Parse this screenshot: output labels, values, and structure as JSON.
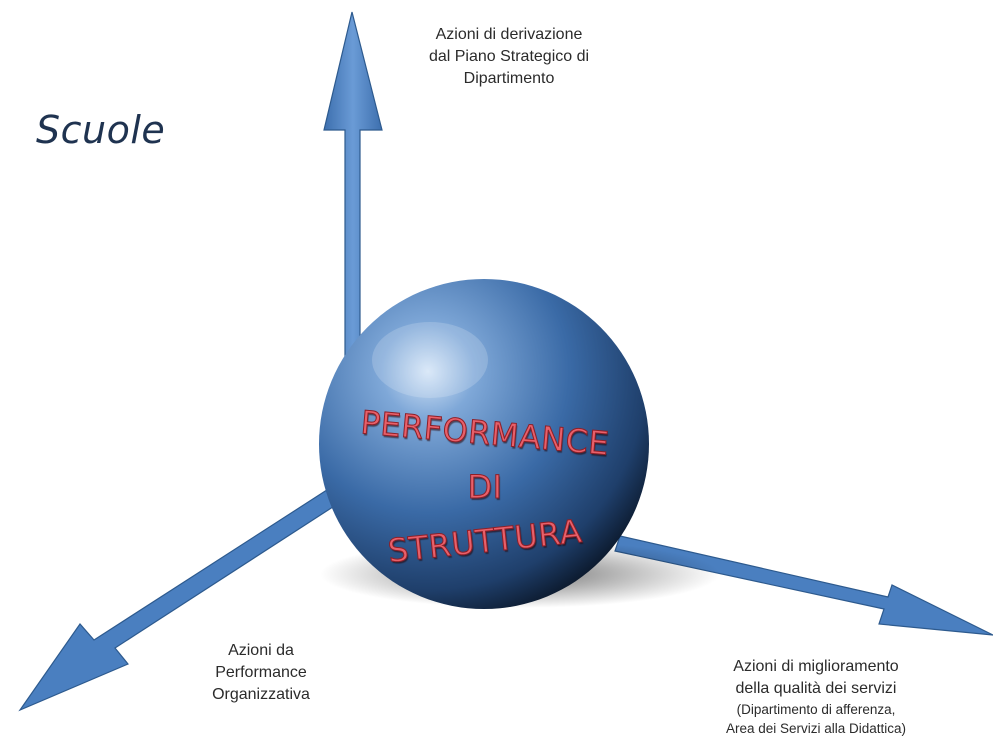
{
  "title": "Scuole",
  "center": {
    "lines": [
      "PERFORMANCE",
      "DI",
      "STRUTTURA"
    ]
  },
  "labels": {
    "top": [
      "Azioni di derivazione",
      "dal Piano Strategico di",
      "Dipartimento"
    ],
    "left": [
      "Azioni da",
      "Performance",
      "Organizzativa"
    ],
    "right_main": [
      "Azioni di miglioramento",
      "della qualità dei servizi"
    ],
    "right_note": [
      "(Dipartimento di afferenza,",
      "Area dei Servizi alla Didattica)"
    ]
  },
  "colors": {
    "arrow": "#4a7fc0",
    "arrow_stroke": "#2d5a8e",
    "sphere": "#2f5f95",
    "center_text": "#e8606a",
    "title": "#1f3350"
  }
}
